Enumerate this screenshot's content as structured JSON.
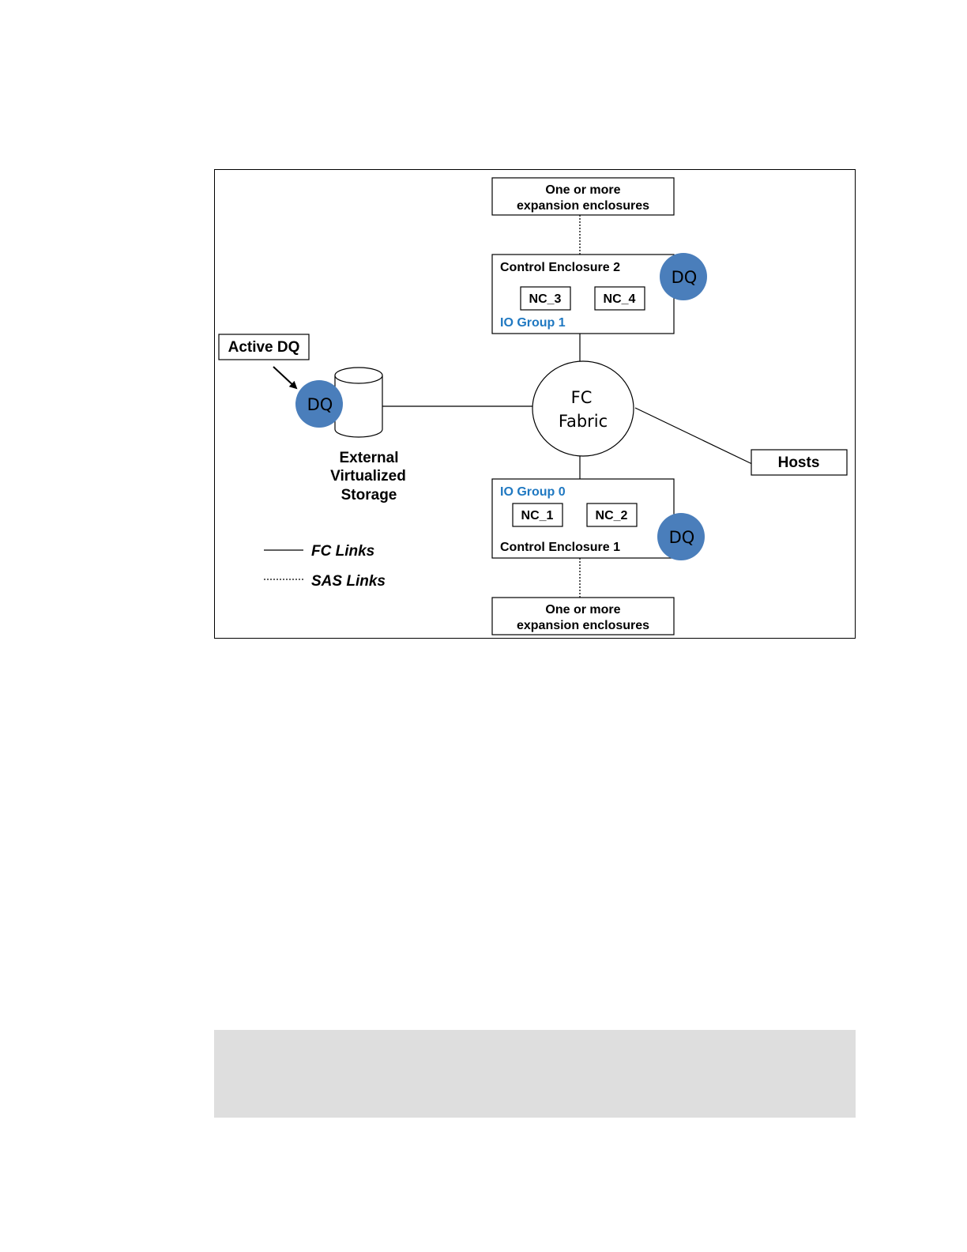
{
  "colors": {
    "dq_circle": "#4a7ebb",
    "io_group_text": "#1f78c1",
    "line": "#000000",
    "band": "#dedede"
  },
  "expansion_top": {
    "line1": "One or more",
    "line2": "expansion enclosures"
  },
  "control_enclosure_2": {
    "title": "Control Enclosure 2",
    "nodes": [
      "NC_3",
      "NC_4"
    ],
    "io_group": "IO Group 1",
    "dq_label": "DQ"
  },
  "fabric": {
    "line1": "FC",
    "line2": "Fabric"
  },
  "hosts": {
    "label": "Hosts"
  },
  "active_dq": {
    "label": "Active DQ"
  },
  "external_storage": {
    "dq_label": "DQ",
    "line1": "External",
    "line2": "Virtualized",
    "line3": "Storage"
  },
  "control_enclosure_1": {
    "title": "Control Enclosure 1",
    "nodes": [
      "NC_1",
      "NC_2"
    ],
    "io_group": "IO Group 0",
    "dq_label": "DQ"
  },
  "expansion_bottom": {
    "line1": "One or more",
    "line2": "expansion enclosures"
  },
  "legend": {
    "fc_label": "FC Links",
    "sas_label": "SAS Links"
  }
}
